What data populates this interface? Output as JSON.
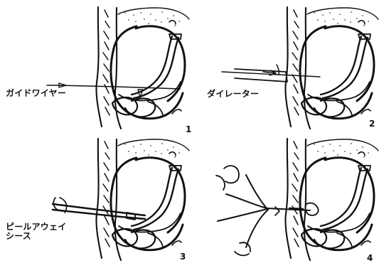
{
  "figure": {
    "panels": [
      {
        "number": "1",
        "label_lines": [
          "ガイドワイヤー"
        ]
      },
      {
        "number": "2",
        "label_lines": [
          "ダイレーター"
        ]
      },
      {
        "number": "3",
        "label_lines": [
          "ピールアウェイ",
          "シース"
        ]
      },
      {
        "number": "4",
        "label_lines": []
      }
    ]
  }
}
